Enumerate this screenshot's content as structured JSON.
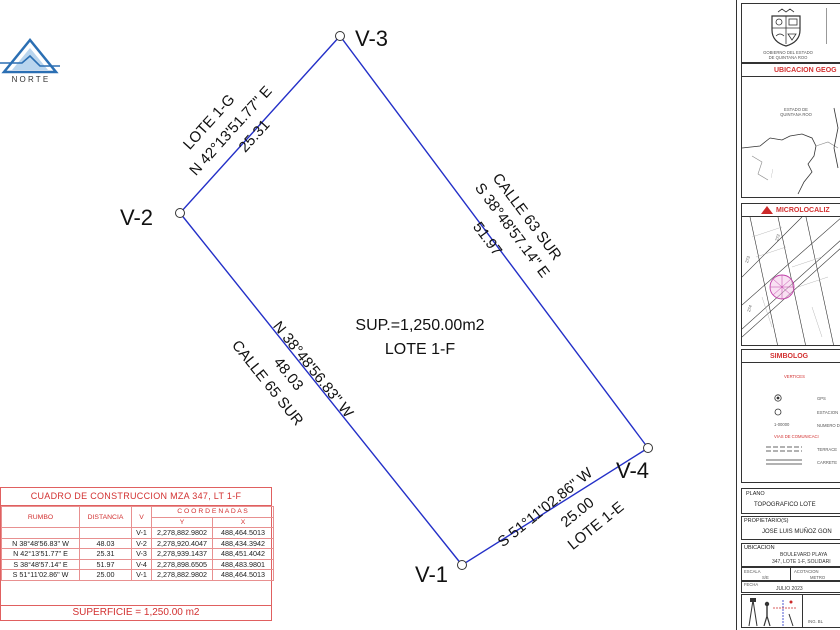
{
  "logo": {
    "text": "NORTE"
  },
  "plot": {
    "vertices": [
      {
        "name": "V-1"
      },
      {
        "name": "V-2"
      },
      {
        "name": "V-3"
      },
      {
        "name": "V-4"
      }
    ],
    "area_label": "SUP.=1,250.00m2",
    "lot_label": "LOTE 1-F",
    "edges": [
      {
        "neighbor": "LOTE 1-G",
        "bearing": "N 42°13'51.77\" E",
        "distance": "25.31"
      },
      {
        "neighbor": "CALLE 63 SUR",
        "bearing": "S 38°48'57.14\" E",
        "distance": "51.97"
      },
      {
        "neighbor": "CALLE 65 SUR",
        "bearing": "N 38°48'56.83\" W",
        "distance": "48.03"
      },
      {
        "neighbor": "LOTE 1-E",
        "bearing": "S 51°11'02.86\" W",
        "distance": "25.00"
      }
    ],
    "line_color": "#2430c8"
  },
  "construction_table": {
    "title": "CUADRO DE CONSTRUCCION MZA 347, LT 1-F",
    "headers": {
      "rumbo": "RUMBO",
      "distancia": "DISTANCIA",
      "v": "V",
      "coordenadas": "C O O R D E N A D A S",
      "y": "Y",
      "x": "X"
    },
    "rows": [
      {
        "rumbo": "",
        "distancia": "",
        "v": "V-1",
        "y": "2,278,882.9802",
        "x": "488,464.5013"
      },
      {
        "rumbo": "N 38°48'56.83\" W",
        "distancia": "48.03",
        "v": "V-2",
        "y": "2,278,920.4047",
        "x": "488,434.3942"
      },
      {
        "rumbo": "N 42°13'51.77\" E",
        "distancia": "25.31",
        "v": "V-3",
        "y": "2,278,939.1437",
        "x": "488,451.4042"
      },
      {
        "rumbo": "S 38°48'57.14\" E",
        "distancia": "51.97",
        "v": "V-4",
        "y": "2,278,898.6505",
        "x": "488,483.9801"
      },
      {
        "rumbo": "S 51°11'02.86\" W",
        "distancia": "25.00",
        "v": "V-1",
        "y": "2,278,882.9802",
        "x": "488,464.5013"
      }
    ],
    "superficie": "SUPERFICIE = 1,250.00 m2",
    "accent_color": "#d23030"
  },
  "title_block": {
    "gov_caption": "GOBIERNO DEL ESTADO DE QUINTANA ROO",
    "ubicacion_title": "UBICACION GEOG",
    "estado_label": "ESTADO DE QUINTANA ROO",
    "micro_title": "MICROLOCALIZ",
    "micro_numbers": [
      "272",
      "273",
      "274"
    ],
    "simbologia_title": "SIMBOLOG",
    "vertices_label": "VERTICES",
    "symbols": [
      "GPS",
      "ESTACION",
      "NUMERO D"
    ],
    "symbol_sample": "1-00000",
    "vias_label": "VIAS DE COMUNICACI",
    "roads": [
      "TERRACE",
      "CARRETE"
    ],
    "plano_label": "PLANO",
    "plano_value": "TOPOGRAFICO LOTE",
    "propietario_label": "PROPIETARIO(S)",
    "propietario_value": "JOSE LUIS MUÑOZ GON",
    "ubicacion_label": "UBICACION",
    "ubicacion_value1": "BOULEVARD PLAYA",
    "ubicacion_value2": "347, LOTE 1-F, SOLIDARI",
    "escala_label": "ESCALA",
    "escala_value": "S/E",
    "acotacion_label": "ACOTACION",
    "acotacion_value": "METRO",
    "fecha_label": "FECHA",
    "fecha_value": "JULIO 2023",
    "ing_label": "ING. BL"
  }
}
